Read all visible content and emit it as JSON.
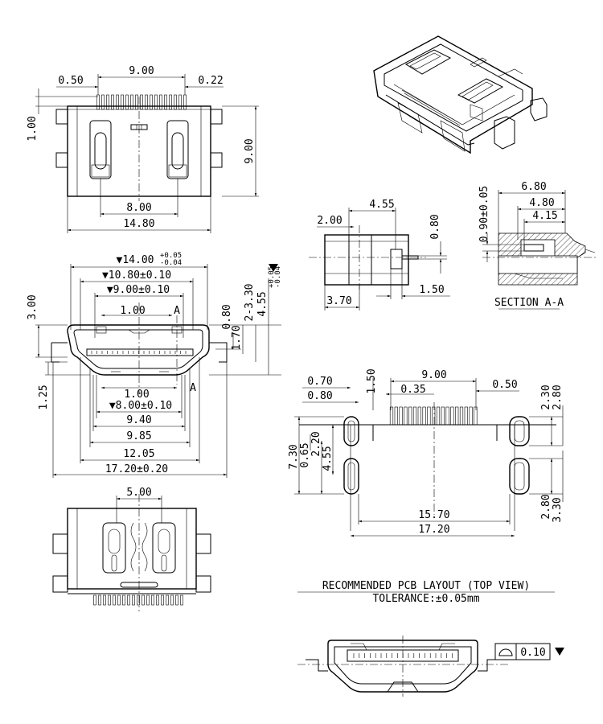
{
  "top_view": {
    "d_pitch_span": "9.00",
    "d_left_gap": "0.50",
    "d_right_gap": "0.22",
    "d_pin_len": "1.00",
    "d_height": "9.00",
    "d_post_span": "8.00",
    "d_width": "14.80"
  },
  "front_view": {
    "d_outer": "▼14.00",
    "d_outer_tol_up": "+0.05",
    "d_outer_tol_dn": "-0.04",
    "d_shell": "▼10.80±0.10",
    "d_opening": "▼9.00±0.10",
    "d_slot": "1.00",
    "section_mark_top": "A",
    "section_mark_bot": "A",
    "d_left_h": "3.00",
    "d_v1": "0.80",
    "d_v2": "1.70",
    "d_v3": "2-3.30",
    "d_v4": "4.55",
    "d_v4_tol_up": "+0.05",
    "d_v4_tol_dn": "-0.04",
    "d_flange": "1.25",
    "d_bot_slot": "1.00",
    "d_tongue": "▼8.00±0.10",
    "d_w1": "9.40",
    "d_w2": "9.85",
    "d_w3": "12.05",
    "d_w4": "17.20±0.20"
  },
  "side_view": {
    "d_a": "4.55",
    "d_b": "2.00",
    "d_c": "0.80",
    "d_d": "1.50",
    "d_e": "3.70"
  },
  "section_view": {
    "d_a": "6.80",
    "d_b": "4.80",
    "d_c": "4.15",
    "d_h": "0.90±0.05",
    "title": "SECTION A-A"
  },
  "bottom_view": {
    "d_span": "5.00"
  },
  "pcb_layout": {
    "d_a": "0.70",
    "d_b": "0.80",
    "d_c": "1.50",
    "d_d": "9.00",
    "d_e": "0.35",
    "d_f": "0.50",
    "d_g": "2.30",
    "d_h": "2.80",
    "d_i": "7.30",
    "d_j": "0.65",
    "d_k": "2.20",
    "d_l": "4.55",
    "d_m": "15.70",
    "d_n": "17.20",
    "d_o": "2.80",
    "d_p": "3.30",
    "title": "RECOMMENDED PCB LAYOUT (TOP VIEW)",
    "tolerance": "TOLERANCE:±0.05mm"
  },
  "flatness": {
    "value": "0.10"
  }
}
